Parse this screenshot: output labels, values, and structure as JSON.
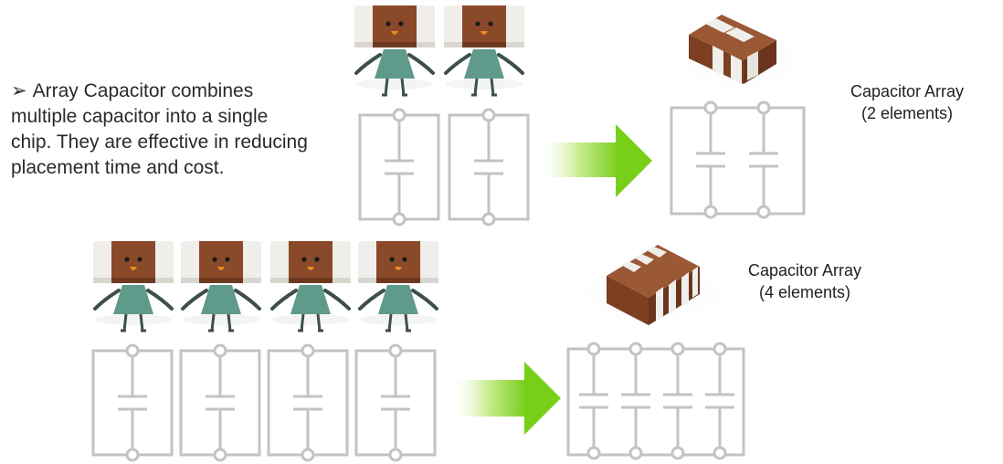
{
  "description_text": {
    "bullet": "➢",
    "body": "Array Capacitor combines multiple capacitor into a single chip.  They are effective in reducing placement time and cost."
  },
  "labels": {
    "array2_line1": "Capacitor Array",
    "array2_line2": "(2 elements)",
    "array4_line1": "Capacitor Array",
    "array4_line2": "(4 elements)"
  },
  "colors": {
    "circuit_gray": "#c3c3c3",
    "arrow_green": "#7ed321",
    "chip_brown": "#8a4a2a",
    "chip_cap": "#efeeea",
    "character_dress": "#5f9a8a"
  },
  "icons": {
    "arrow": "right-arrow-icon",
    "character": "capacitor-character-icon",
    "chip": "array-chip-icon"
  }
}
